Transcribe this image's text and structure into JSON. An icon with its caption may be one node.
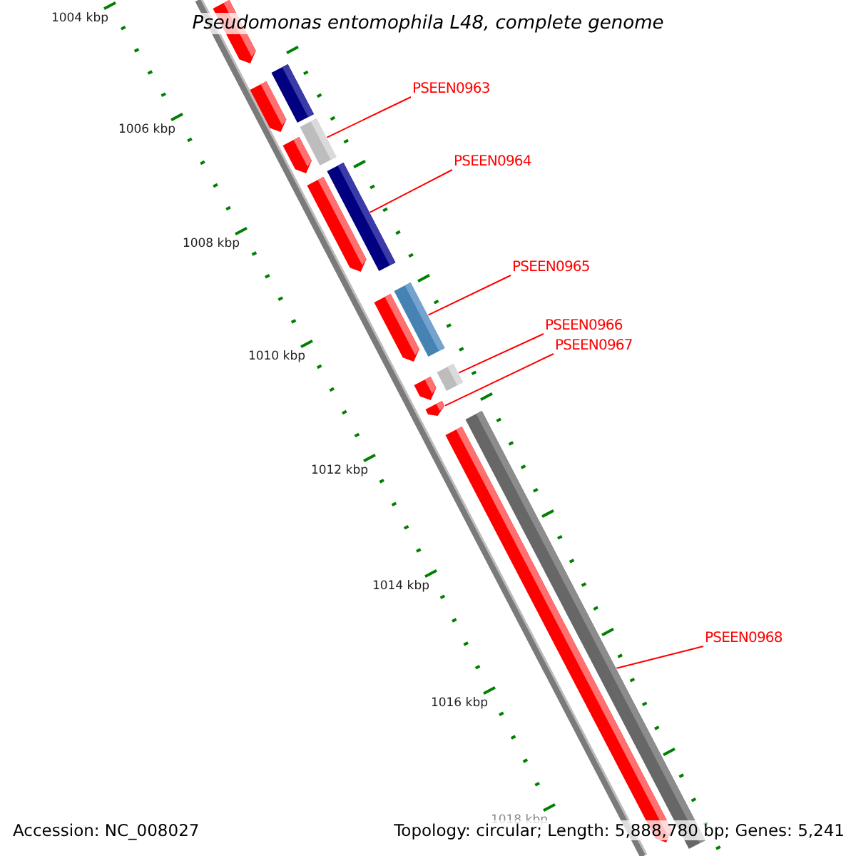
{
  "diagram": {
    "title": "Pseudomonas entomophila L48, complete genome",
    "nodes": [
      {
        "text": [
          "PSEEN0963"
        ]
      },
      {
        "text": [
          "PSEEN0964"
        ]
      },
      {
        "text": [
          "PSEEN0965"
        ]
      },
      {
        "text": [
          "PSEEN0966"
        ]
      },
      {
        "text": [
          "PSEEN0967"
        ]
      },
      {
        "text": [
          "PSEEN0968"
        ]
      },
      {
        "text": [],
        "shape": "arrow"
      },
      {
        "text": [],
        "shape": "bar"
      },
      {
        "text": [],
        "shape": "arrow"
      },
      {
        "text": [],
        "shape": "bar"
      },
      {
        "text": [],
        "shape": "arrow"
      },
      {
        "text": [],
        "shape": "bar"
      },
      {
        "text": [],
        "shape": "arrow"
      },
      {
        "text": [],
        "shape": "bar"
      },
      {
        "text": [],
        "shape": "arrow"
      },
      {
        "text": [],
        "shape": "bar"
      },
      {
        "text": [],
        "shape": "arrow"
      },
      {
        "text": [],
        "shape": "arrow"
      },
      {
        "text": [],
        "shape": "bar"
      },
      {
        "text": [],
        "shape": "arrow"
      }
    ],
    "edges": [
      {
        "from": 0,
        "to": 9,
        "arrow": "none"
      },
      {
        "from": 1,
        "to": 11,
        "arrow": "none"
      },
      {
        "from": 2,
        "to": 13,
        "arrow": "none"
      },
      {
        "from": 3,
        "to": 15,
        "arrow": "none"
      },
      {
        "from": 4,
        "to": 17,
        "arrow": "none"
      },
      {
        "from": 5,
        "to": 18,
        "arrow": "none"
      }
    ],
    "labels": [
      "1004 kbp",
      "1006 kbp",
      "1008 kbp",
      "1010 kbp",
      "1012 kbp",
      "1014 kbp",
      "1016 kbp",
      "1018 kbp",
      "Accession: NC_008027",
      "Topology: circular; Length: 5,888,780 bp; Genes: 5,241"
    ]
  }
}
